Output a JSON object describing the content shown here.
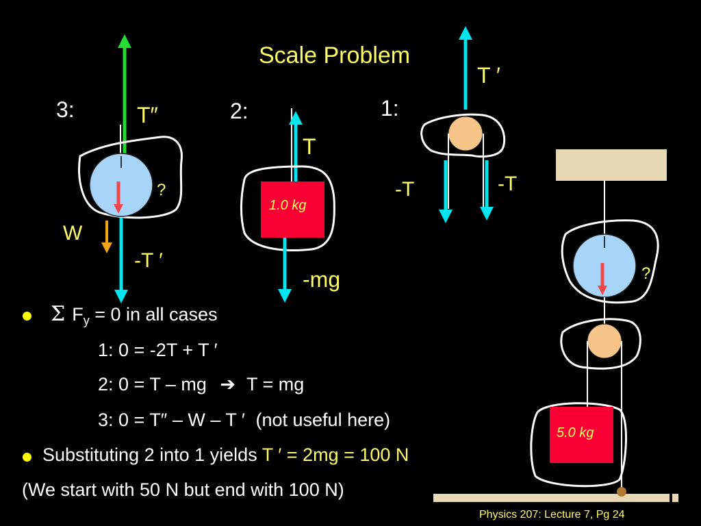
{
  "title": "Scale Problem",
  "footer": "Physics 207: Lecture 7, Pg 24",
  "panels": {
    "p3": {
      "number": "3:",
      "up_label": "T″",
      "down_label": "-T ′",
      "weight_label": "W",
      "unknown": "?"
    },
    "p2": {
      "number": "2:",
      "up_label": "T",
      "down_label": "-mg",
      "mass_label": "1.0 kg"
    },
    "p1": {
      "number": "1:",
      "up_label": "T ′",
      "left_label": "-T",
      "right_label": "-T"
    }
  },
  "setup": {
    "unknown": "?",
    "mass_label": "5.0 kg"
  },
  "text": {
    "sum_symbol": "Σ",
    "f_letter": "F",
    "f_sub": "y",
    "line1_rest": " = 0 in all cases",
    "eq1": "1: 0 = -2T + T ′",
    "eq2_left": "2: 0 =  T – mg",
    "eq2_arrow": "➔",
    "eq2_right": "T = mg",
    "eq3_left": "3:  0 =  T″ – W – T ′",
    "eq3_right": "(not useful here)",
    "line5_start": "Substituting 2 into 1 yields ",
    "line5_result": "T ′ = 2mg = 100 N",
    "line6": "(We start with 50 N but end with 100 N)"
  },
  "colors": {
    "background": "#000000",
    "text_white": "#ffffff",
    "text_yellow": "#ffff66",
    "bullet": "#ffff00",
    "force_cyan": "#00e5ee",
    "force_green": "#22dd33",
    "arrow_red": "#f04848",
    "weight_orange": "#f2a516",
    "mass_red": "#f80033",
    "ball_blue": "#a8d4fa",
    "pulley_peach": "#f7c48a",
    "wood": "#e6d8b2"
  }
}
